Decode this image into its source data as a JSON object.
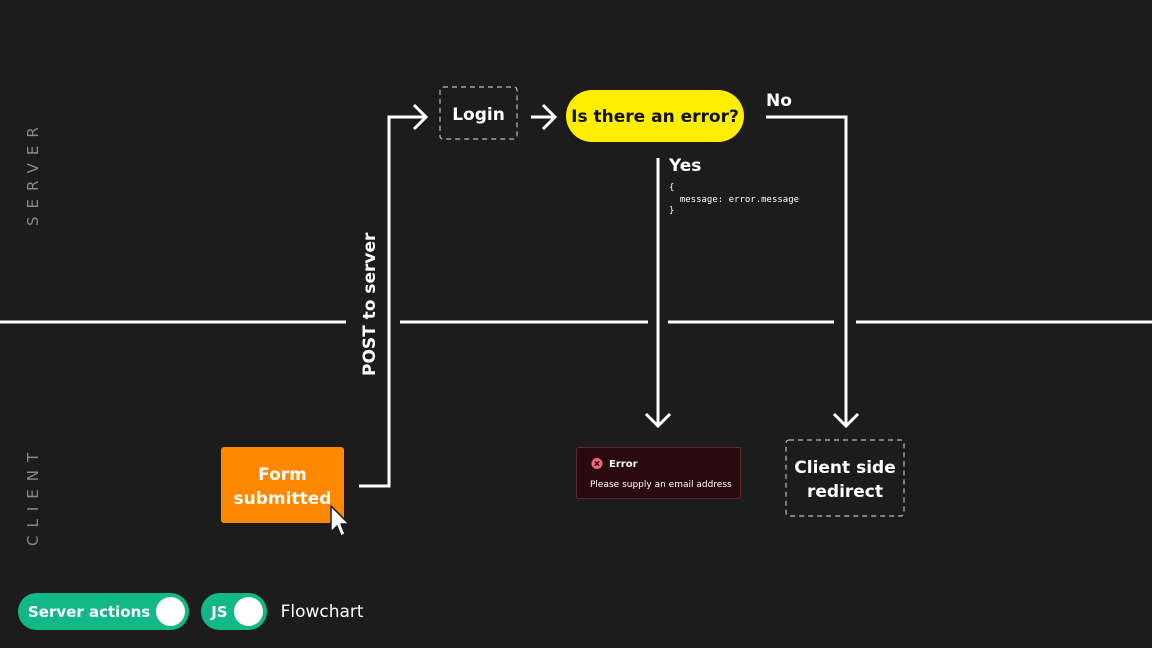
{
  "lanes": {
    "server": "SERVER",
    "client": "CLIENT"
  },
  "nodes": {
    "form_submitted": [
      "Form",
      "submitted"
    ],
    "login": "Login",
    "error_question": "Is there an error?",
    "client_redirect": [
      "Client side",
      "redirect"
    ]
  },
  "edges": {
    "post_label": "POST to server",
    "yes_label": "Yes",
    "no_label": "No"
  },
  "code_snippet": [
    "{",
    "  message: error.message",
    "}"
  ],
  "error_toast": {
    "title": "Error",
    "message": "Please supply an email address"
  },
  "toggles": [
    {
      "label": "Server actions",
      "on": true
    },
    {
      "label": "JS",
      "on": true
    }
  ],
  "mode_label": "Flowchart",
  "colors": {
    "background": "#1c1c1c",
    "form_node": "#ff8800",
    "decision_node": "#ffee00",
    "toast_bg": "#2a0a0e",
    "toast_icon": "#f06a78",
    "toggle": "#12b886",
    "lane_label": "#8a8a8a"
  }
}
